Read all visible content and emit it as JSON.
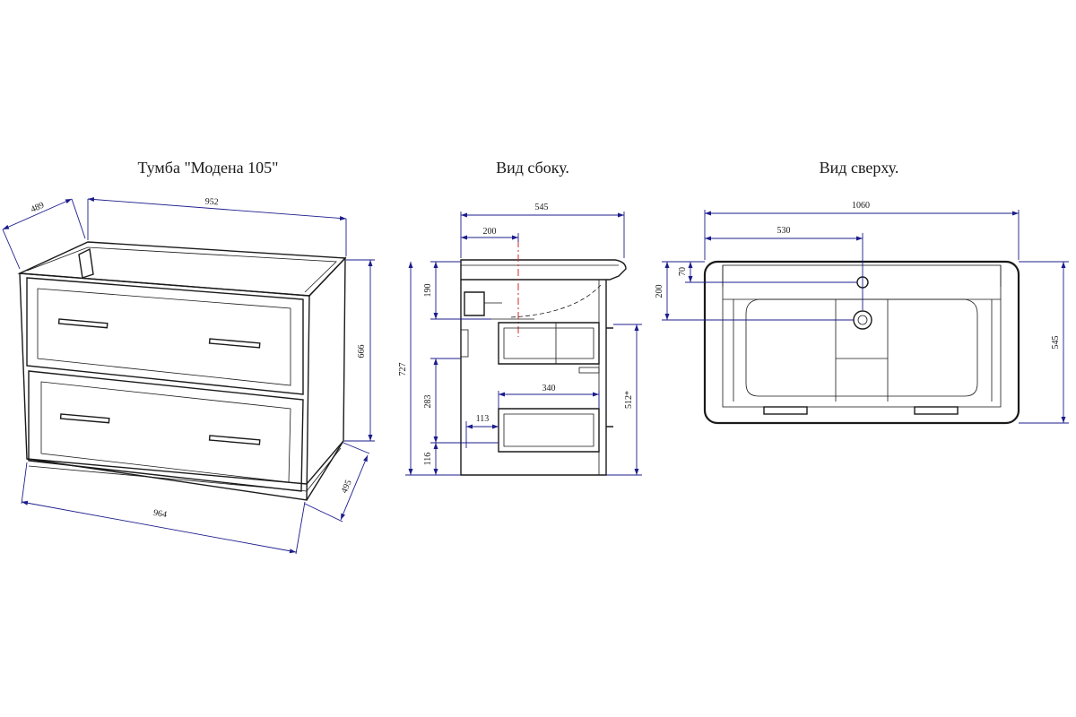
{
  "titles": {
    "iso": "Тумба \"Модена 105\"",
    "side": "Вид сбоку.",
    "top": "Вид сверху."
  },
  "iso_dims": {
    "depth_top": "489",
    "width_top": "952",
    "height": "666",
    "depth_bottom": "495",
    "width_bottom": "964"
  },
  "side_dims": {
    "depth": "545",
    "drain_offset": "200",
    "sink_height": "190",
    "total_height": "727",
    "gap": "283",
    "plinth": "116",
    "inner_width": "340",
    "inner_offset": "113",
    "drawer_height": "512*"
  },
  "top_dims": {
    "width": "1060",
    "center": "530",
    "edge_70": "70",
    "drain_200": "200",
    "depth": "545"
  },
  "colors": {
    "dimension_line": "#1c1c8c",
    "outline": "#1a1a1a",
    "axis": "#d12a2a"
  }
}
